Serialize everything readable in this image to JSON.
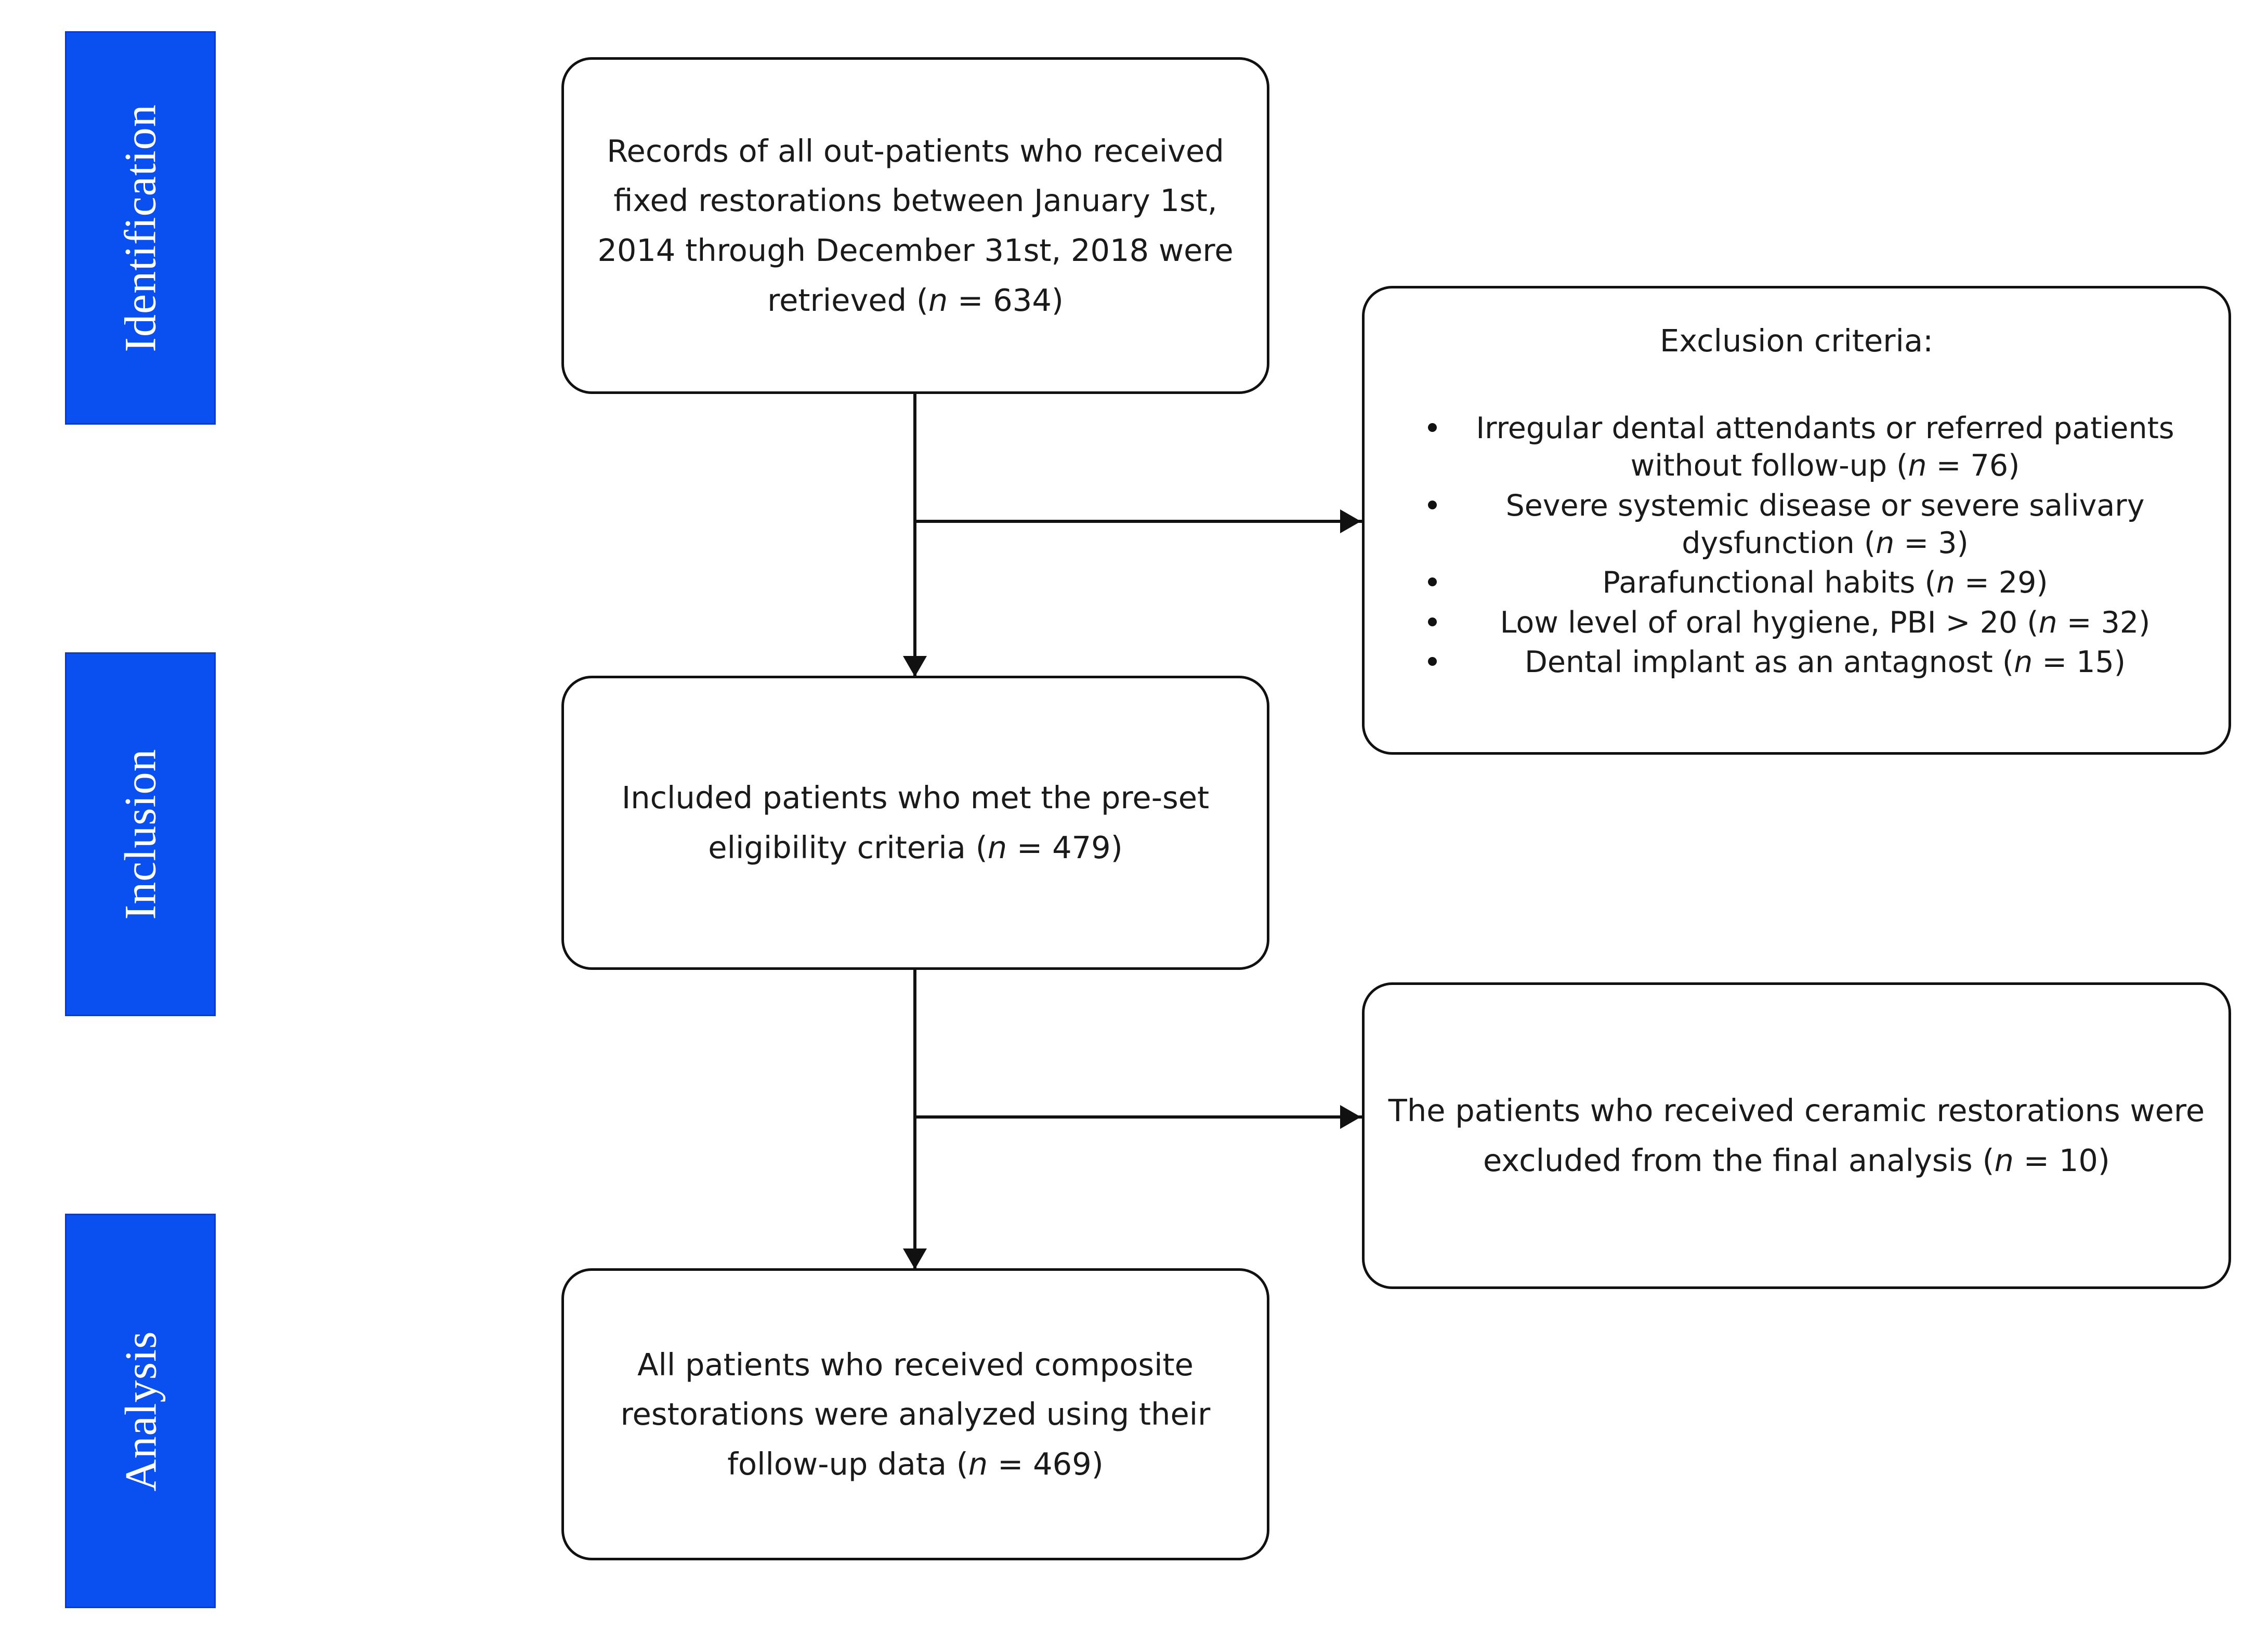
{
  "diagram": {
    "title": "PRISMA-style patient selection flow chart",
    "accent_color": "#0a4fef",
    "line_color": "#111111",
    "stages": [
      {
        "id": "identification",
        "label": "Identification"
      },
      {
        "id": "inclusion",
        "label": "Inclusion"
      },
      {
        "id": "analysis",
        "label": "Analysis"
      }
    ],
    "boxes": {
      "records": {
        "text": "Records of all out-patients who received fixed restorations between January 1st, 2014 through December 31st, 2018 were retrieved (n = 634)",
        "n": 634
      },
      "included": {
        "text": "Included patients who met the pre-set eligibility criteria (n = 479)",
        "n": 479
      },
      "analyzed": {
        "text": "All patients who received composite restorations were analyzed using their follow-up data (n = 469)",
        "n": 469
      },
      "ceramic_excluded": {
        "text": "The patients who received ceramic restorations were excluded from the final analysis (n = 10)",
        "n": 10
      },
      "exclusion": {
        "title": "Exclusion criteria:",
        "items": [
          {
            "text": "Irregular dental attendants or referred patients without follow-up (n = 76)",
            "n": 76
          },
          {
            "text": "Severe systemic disease or severe salivary dysfunction (n = 3)",
            "n": 3
          },
          {
            "text": "Parafunctional habits (n = 29)",
            "n": 29
          },
          {
            "text": "Low level of oral hygiene, PBI > 20 (n = 32)",
            "n": 32
          },
          {
            "text": "Dental implant as an antagnost (n = 15)",
            "n": 15
          }
        ]
      }
    }
  }
}
